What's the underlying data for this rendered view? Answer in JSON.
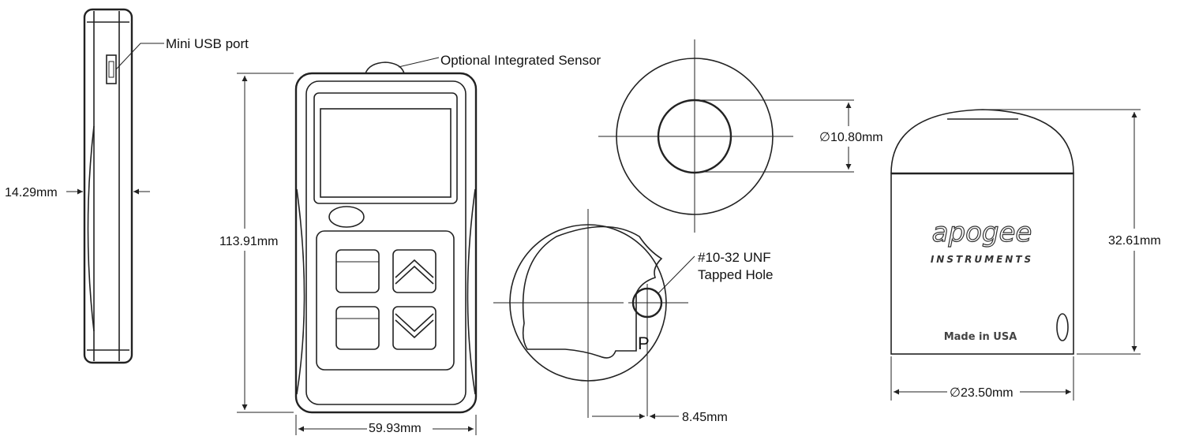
{
  "labels": {
    "mini_usb": "Mini USB port",
    "optional_sensor": "Optional Integrated Sensor",
    "tapped_hole_line1": "#10-32 UNF",
    "tapped_hole_line2": "Tapped Hole",
    "sensor_port_mark": "P",
    "logo_main": "apogee",
    "logo_sub": "INSTRUMENTS",
    "made_in": "Made in USA"
  },
  "dimensions": {
    "thickness": "14.29mm",
    "height": "113.91mm",
    "width": "59.93mm",
    "sensor_top_diameter": "∅10.80mm",
    "hole_offset": "8.45mm",
    "sensor_diameter": "∅23.50mm",
    "sensor_height": "32.61mm"
  }
}
